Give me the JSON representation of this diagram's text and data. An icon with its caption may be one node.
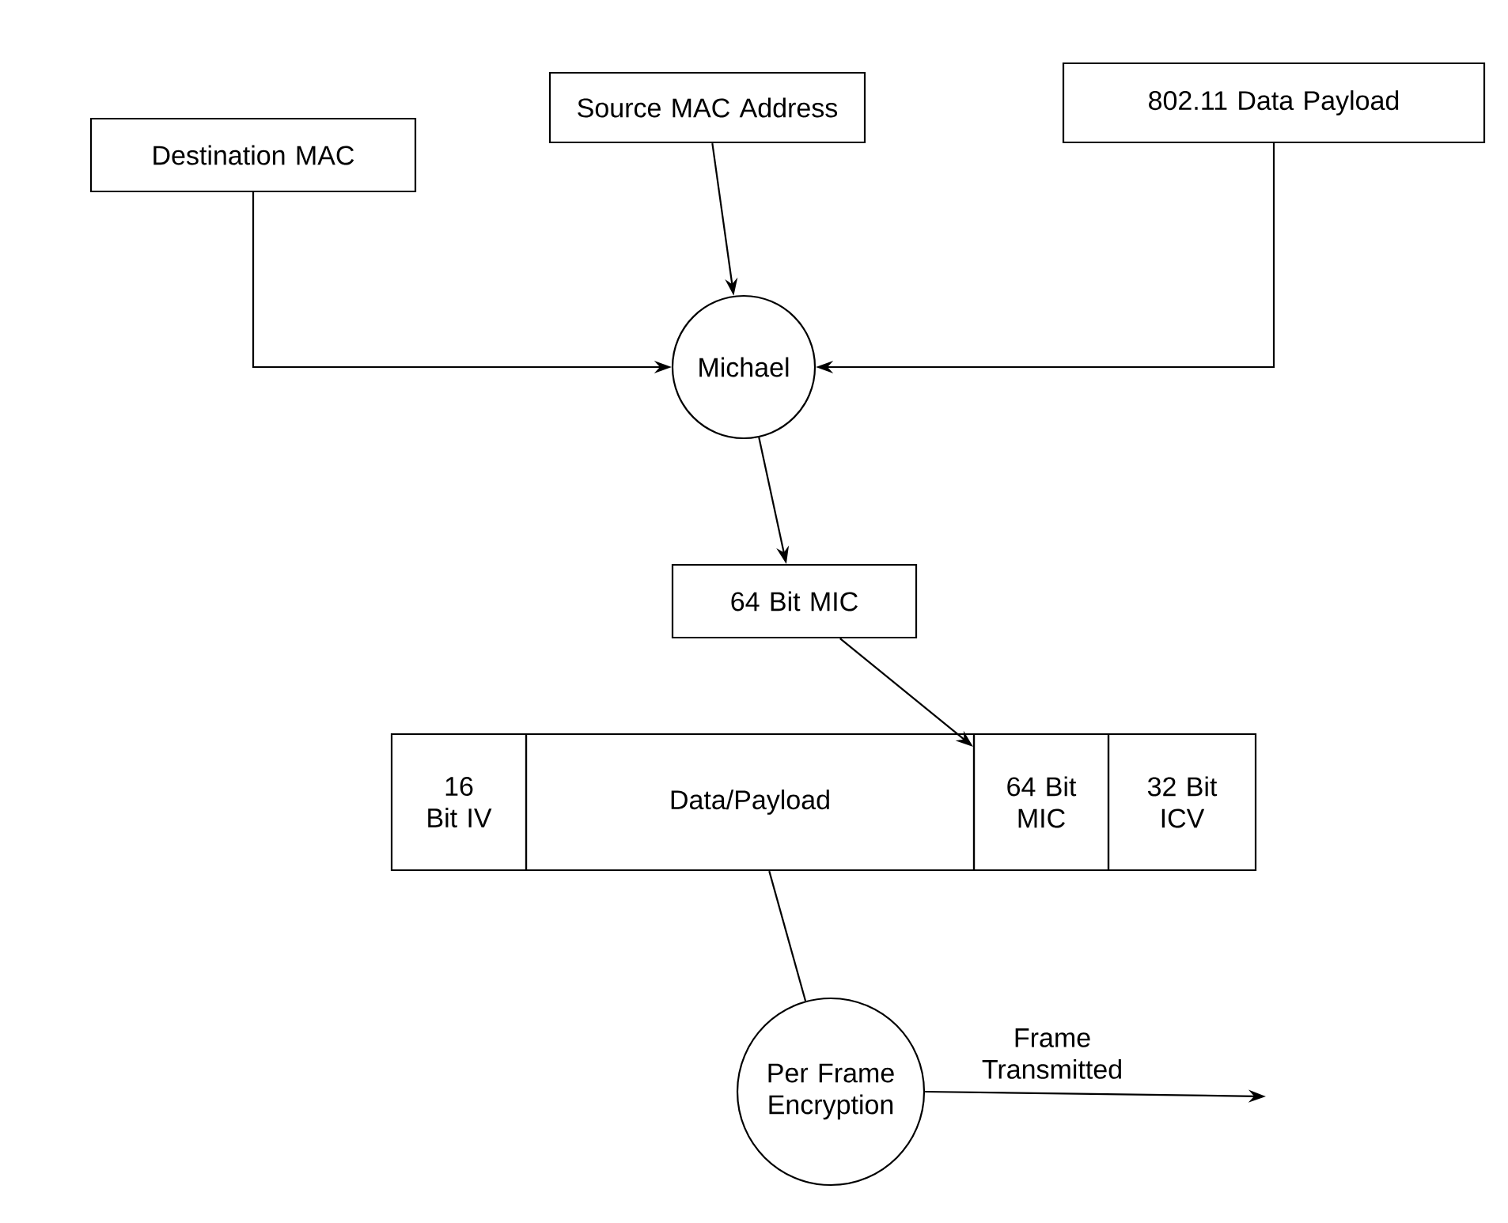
{
  "diagram": {
    "nodes": [
      {
        "text": [
          "Destination MAC"
        ]
      },
      {
        "text": [
          "Source MAC Address"
        ]
      },
      {
        "text": [
          "802.11 Data Payload"
        ]
      },
      {
        "text": [
          "Michael"
        ]
      },
      {
        "text": [
          "64 Bit MIC"
        ]
      },
      {
        "text": [
          "16 Bit IV"
        ]
      },
      {
        "text": [
          "Data/Payload"
        ]
      },
      {
        "text": [
          "64 Bit MIC"
        ]
      },
      {
        "text": [
          "32 Bit ICV"
        ]
      },
      {
        "text": [
          "Per Frame Encryption"
        ]
      }
    ],
    "edges": [
      {
        "from": 0,
        "to": 3,
        "arrow": "to"
      },
      {
        "from": 1,
        "to": 3,
        "arrow": "to"
      },
      {
        "from": 2,
        "to": 3,
        "arrow": "to"
      },
      {
        "from": 3,
        "to": 4,
        "arrow": "to"
      },
      {
        "from": 4,
        "to": 7,
        "arrow": "to"
      },
      {
        "from": 6,
        "to": 9,
        "arrow": "none"
      },
      {
        "from": 9,
        "to": null,
        "arrow": "to",
        "label": "Frame Transmitted"
      }
    ]
  }
}
